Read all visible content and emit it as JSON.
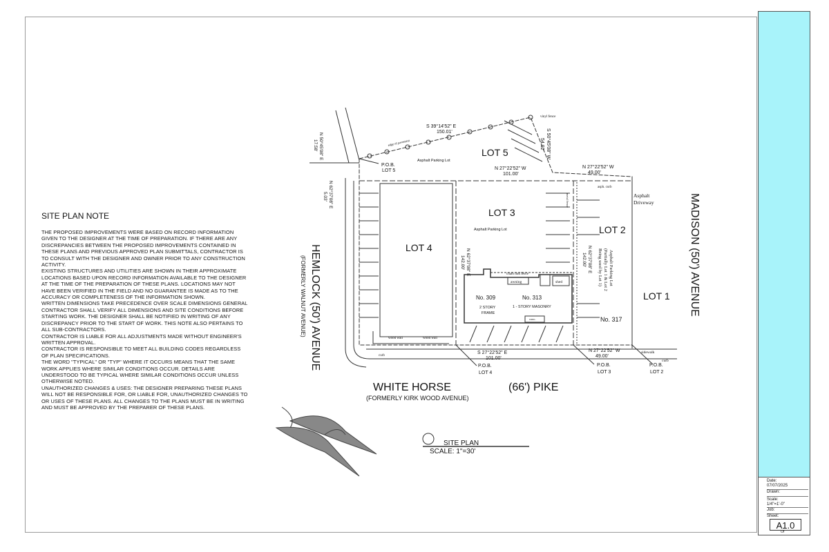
{
  "notes": {
    "title": "SITE PLAN NOTE",
    "paragraphs": [
      "THE PROPOSED IMPROVEMENTS WERE BASED ON RECORD INFORMATION GIVEN TO THE DESIGNER AT THE TIME OF PREPARATION. IF THERE ARE ANY DISCREPANCIES BETWEEN THE PROPOSED IMPROVEMENTS CONTAINED IN THESE PLANS AND PREVIOUS APPROVED PLAN SUBMITTALS, CONTRACTOR IS TO CONSULT WITH THE DESIGNER AND OWNER PRIOR TO ANY CONSTRUCTION ACTIVITY.",
      "EXISTING STRUCTURES AND UTILITIES ARE SHOWN IN THEIR APPROXIMATE LOCATIONS BASED UPON RECORD INFORMATION AVAILABLE TO THE DESIGNER AT THE TIME OF THE PREPARATION OF THESE PLANS. LOCATIONS MAY NOT HAVE BEEN VERIFIED IN THE FIELD AND NO GUARANTEE IS MADE AS TO THE ACCURACY OR COMPLETENESS OF THE INFORMATION SHOWN.",
      "WRITTEN DIMENSIONS TAKE PRECEDENCE OVER SCALE DIMENSIONS GENERAL CONTRACTOR SHALL VERIFY ALL DIMENSIONS AND SITE CONDITIONS BEFORE STARTING WORK. THE DESIGNER SHALL BE NOTIFIED IN WRITING OF ANY DISCREPANCY PRIOR TO THE START OF WORK. THIS NOTE ALSO PERTAINS TO ALL SUB-CONTRACTORS.",
      "CONTRACTOR IS LIABLE FOR ALL ADJUSTMENTS MADE WITHOUT ENGINEER'S WRITTEN APPROVAL.",
      "CONTRACTOR IS RESPONSIBLE TO MEET ALL BUILDING CODES REGARDLESS OF PLAN SPECIFICATIONS.",
      "THE WORD \"TYPICAL\" OR \"TYP\" WHERE IT OCCURS MEANS THAT THE SAME WORK APPLIES WHERE SIMILAR CONDITIONS OCCUR. DETAILS ARE UNDERSTOOD TO BE TYPICAL WHERE SIMILAR CONDITIONS OCCUR UNLESS OTHERWISE NOTED.",
      "UNAUTHORIZED CHANGES & USES: THE DESIGNER PREPARING THESE PLANS WILL NOT BE RESPONSIBLE FOR, OR LIABLE FOR, UNAUTHORIZED CHANGES TO OR USES OF THESE PLANS. ALL CHANGES TO THE PLANS MUST BE IN WRITING AND MUST BE APPROVED BY THE PREPARER OF THESE PLANS."
    ]
  },
  "streets": {
    "white_horse": "WHITE HORSE",
    "pike": "(66') PIKE",
    "white_horse_former": "(FORMERLY KIRK WOOD AVENUE)",
    "hemlock": "HEMLOCK (50') AVENUE",
    "hemlock_former": "(FORMERLY WALNUT AVENUE)",
    "madison": "MADISON (50') AVENUE"
  },
  "lots": {
    "lot1": "LOT 1",
    "lot2": "LOT 2",
    "lot3": "LOT 3",
    "lot4": "LOT 4",
    "lot5": "LOT 5"
  },
  "buildings": {
    "no309": "No. 309",
    "no309_desc1": "2 STORY",
    "no309_desc2": "FRAME",
    "no313": "No. 313",
    "no313_desc": "1 - STORY MASONRY",
    "no317": "No. 317",
    "awning": "awning",
    "shed": "shed",
    "conc": "conc.",
    "chain_link_fence": "chain link fence"
  },
  "bearings": {
    "b1": "S 39°14'52\" E",
    "b1_dist": "150.01'",
    "b2": "S 50°45'08\" W",
    "b2_dist": "54.02'",
    "b3": "N 27°22'52\" W",
    "b3_dist": "101.00'",
    "b4": "N 27°22'52\" W",
    "b4_dist": "49.00'",
    "b5": "N 50°45'08\" E",
    "b5_dist": "17.58'",
    "b6": "N 62°37'08\" E",
    "b6_dist": "5.03'",
    "b7": "N 62°37'08\" E",
    "b7_dist": "142.00'",
    "b8": "N 62°37'08\" E",
    "b8_dist": "142.00'",
    "b9": "S 27°22'52\" E",
    "b9_dist": "101.00'",
    "b10": "N 27°22'52\" W",
    "b10_dist": "49.00'"
  },
  "pob": {
    "label": "P.O.B.",
    "lot5": "LOT 5",
    "lot4": "LOT 4",
    "lot3": "LOT 3",
    "lot2": "LOT 2"
  },
  "annotations": {
    "asphalt_parking": "Asphalt Parking Lot",
    "asphalt_driveway_1": "Asphalt",
    "asphalt_driveway_2": "Driveway",
    "vinyl_fence": "vinyl fence",
    "sidewalk": "sidewalk",
    "curb": "curb",
    "edge_of_pavement": "edge of pavement",
    "asph_curb": "asph. curb",
    "metal_fence": "metal fence",
    "wood_wall": "wood wall",
    "conc": "conc.",
    "lot2_note_1": "Asphalt Parking Lot",
    "lot2_note_2": "(Partially Lot 1 & Lot 2",
    "lot2_note_3": "Being used by Lot 1)"
  },
  "title": {
    "label": "SITE PLAN",
    "scale": "SCALE: 1\"=30'"
  },
  "title_block": {
    "date_label": "Date:",
    "date": "07/07/2025",
    "drawn_label": "Drawn:",
    "scale_label": "Scale:",
    "scale": "1/4\"=1'-0\"",
    "job_label": "Job:",
    "sheet_label": "Sheet:",
    "sheet": "A1.0",
    "of_label": "Of"
  },
  "colors": {
    "title_strip": "#a8f3fa",
    "linework": "#333333"
  }
}
